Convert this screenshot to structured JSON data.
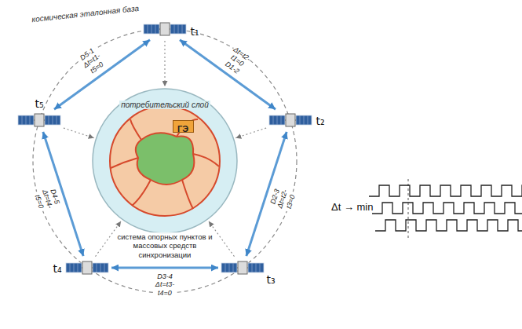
{
  "diagram": {
    "nodes": [
      {
        "text": [
          "t₁"
        ]
      },
      {
        "text": [
          "t₂"
        ]
      },
      {
        "text": [
          "t₃"
        ]
      },
      {
        "text": [
          "t₄"
        ]
      },
      {
        "text": [
          "t₅"
        ]
      },
      {
        "text": [
          "потребительский слой"
        ]
      },
      {
        "text": [
          "ГЭ"
        ],
        "in": 5
      }
    ],
    "edges": [
      {
        "from": 0,
        "to": 1,
        "arrow": "both",
        "label": "Δt=t2-t1=0 D1-2"
      },
      {
        "from": 1,
        "to": 2,
        "arrow": "both",
        "label": "D2-3 Δt=t2-t3=0"
      },
      {
        "from": 2,
        "to": 3,
        "arrow": "both",
        "label": "D3-4 Δt=t3-t4=0"
      },
      {
        "from": 3,
        "to": 4,
        "arrow": "both",
        "label": "D4-5 Δt=t4-t5=0"
      },
      {
        "from": 4,
        "to": 0,
        "arrow": "both",
        "label": "D5-1 Δt=t1-t5=0"
      },
      {
        "from": 0,
        "to": 5,
        "arrow": "to"
      },
      {
        "from": 1,
        "to": 5,
        "arrow": "to"
      },
      {
        "from": 2,
        "to": 5,
        "arrow": "to"
      },
      {
        "from": 3,
        "to": 5,
        "arrow": "to"
      },
      {
        "from": 4,
        "to": 5,
        "arrow": "to"
      }
    ],
    "labels": [
      "космическая эталонная база",
      "система опорных пунктов и массовых средств синхронизации",
      "Δt → min"
    ]
  }
}
